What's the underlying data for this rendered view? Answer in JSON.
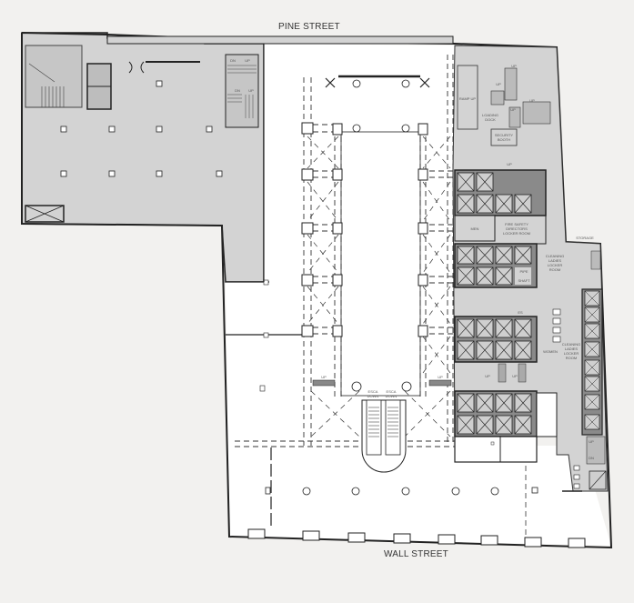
{
  "streets": {
    "north": "PINE STREET",
    "south": "WALL STREET"
  },
  "rooms": {
    "ramp": "RAMP UP",
    "loading_dock": [
      "LOADING",
      "DOCK"
    ],
    "security_booth": [
      "SECURITY",
      "BOOTH"
    ],
    "men": "MEN",
    "fire_safety": [
      "FIRE SAFETY",
      "DIRECTORS",
      "LOCKER ROOM"
    ],
    "storage": "STORAGE",
    "cleaning_1": [
      "CLEANING",
      "LADIES",
      "LOCKER",
      "ROOM"
    ],
    "pipe_shaft": [
      "PIPE",
      "SHAFT"
    ],
    "es": "ES",
    "women": "WOMEN",
    "cleaning_2": [
      "CLEANING",
      "LADIES",
      "LOCKER",
      "ROOM"
    ],
    "elec": "ELEC",
    "esca_left": [
      "ESCA",
      "DOWN"
    ],
    "esca_right": [
      "ESCA",
      "DOWN"
    ]
  },
  "stairs": {
    "up": "UP",
    "dn": "DN"
  },
  "colors": {
    "background": "#f2f1ef",
    "shaded_area": "#d3d3d3",
    "open_area": "#ffffff",
    "wall": "#222222",
    "core": "#8a8a8a"
  }
}
